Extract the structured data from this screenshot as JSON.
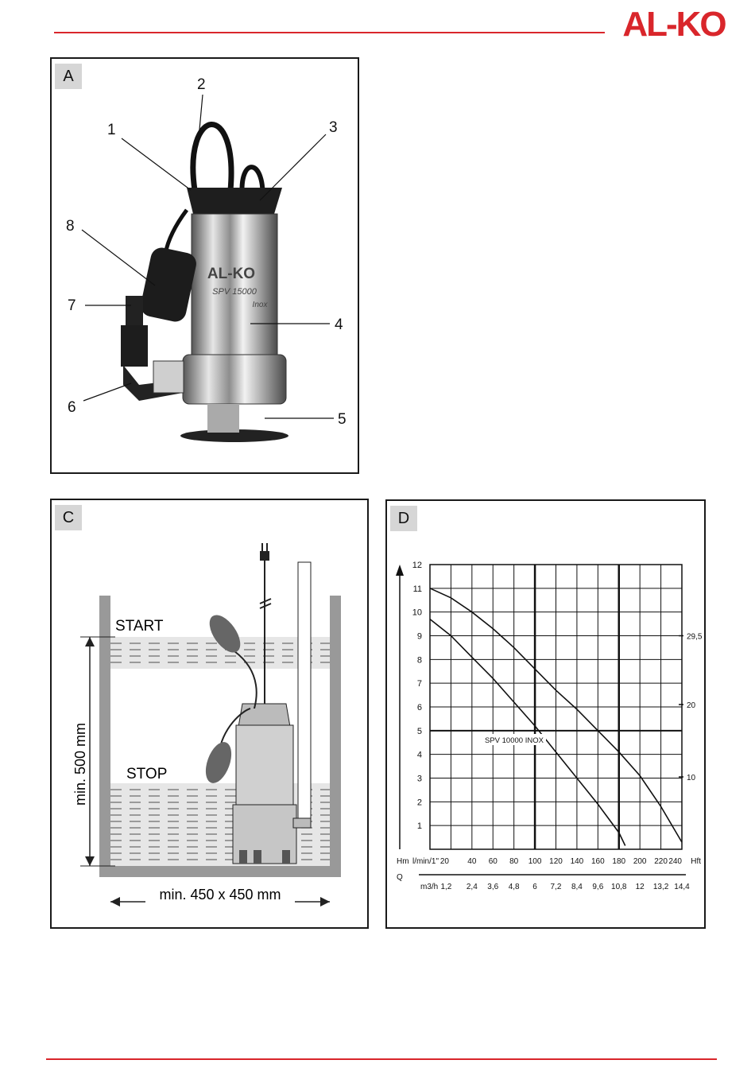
{
  "brand": {
    "name": "AL-KO",
    "color": "#d9262b"
  },
  "figure_a": {
    "tag": "A",
    "callouts": [
      "1",
      "2",
      "3",
      "4",
      "5",
      "6",
      "7",
      "8"
    ],
    "product_lettering": [
      "AL-KO",
      "SPV 15000",
      "Inox"
    ]
  },
  "figure_c": {
    "tag": "C",
    "start_label": "START",
    "stop_label": "STOP",
    "height_label": "min. 500 mm",
    "width_label": "min. 450 x 450 mm"
  },
  "figure_d": {
    "tag": "D",
    "chart_data": {
      "type": "line",
      "ylabel": "Hm",
      "xlabel_top": "l/min/1\"",
      "xlabel_bottom_prefix": "Q",
      "x_unit_right": "Hft",
      "x2_unit": "m3/h",
      "ylim": [
        0,
        12
      ],
      "xlim": [
        0,
        240
      ],
      "y_ticks": [
        "1",
        "2",
        "3",
        "4",
        "5",
        "6",
        "7",
        "8",
        "9",
        "10",
        "11",
        "12"
      ],
      "x_ticks": [
        "20",
        "40",
        "60",
        "80",
        "100",
        "120",
        "140",
        "160",
        "180",
        "200",
        "220",
        "240"
      ],
      "x2_ticks": [
        "1,2",
        "2,4",
        "3,6",
        "4,8",
        "6",
        "7,2",
        "8,4",
        "9,6",
        "10,8",
        "12",
        "13,2",
        "14,4"
      ],
      "right_ticks": [
        {
          "label": "29,5",
          "value": 9
        },
        {
          "label": "20",
          "value": 6.1
        },
        {
          "label": "10",
          "value": 3.05
        }
      ],
      "annotation": "SPV 10000 INOX",
      "grid": true,
      "series": [
        {
          "x": [
            0,
            20,
            40,
            60,
            80,
            100,
            120,
            140,
            160,
            180,
            200,
            220,
            240
          ],
          "y": [
            11.0,
            10.6,
            10.0,
            9.3,
            8.5,
            7.6,
            6.7,
            5.9,
            5.0,
            4.1,
            3.1,
            1.8,
            0.3
          ]
        },
        {
          "x": [
            0,
            20,
            40,
            60,
            80,
            100,
            120,
            140,
            160,
            180,
            186
          ],
          "y": [
            9.7,
            9.0,
            8.1,
            7.2,
            6.2,
            5.2,
            4.1,
            3.0,
            1.9,
            0.7,
            0.15
          ]
        }
      ]
    }
  }
}
